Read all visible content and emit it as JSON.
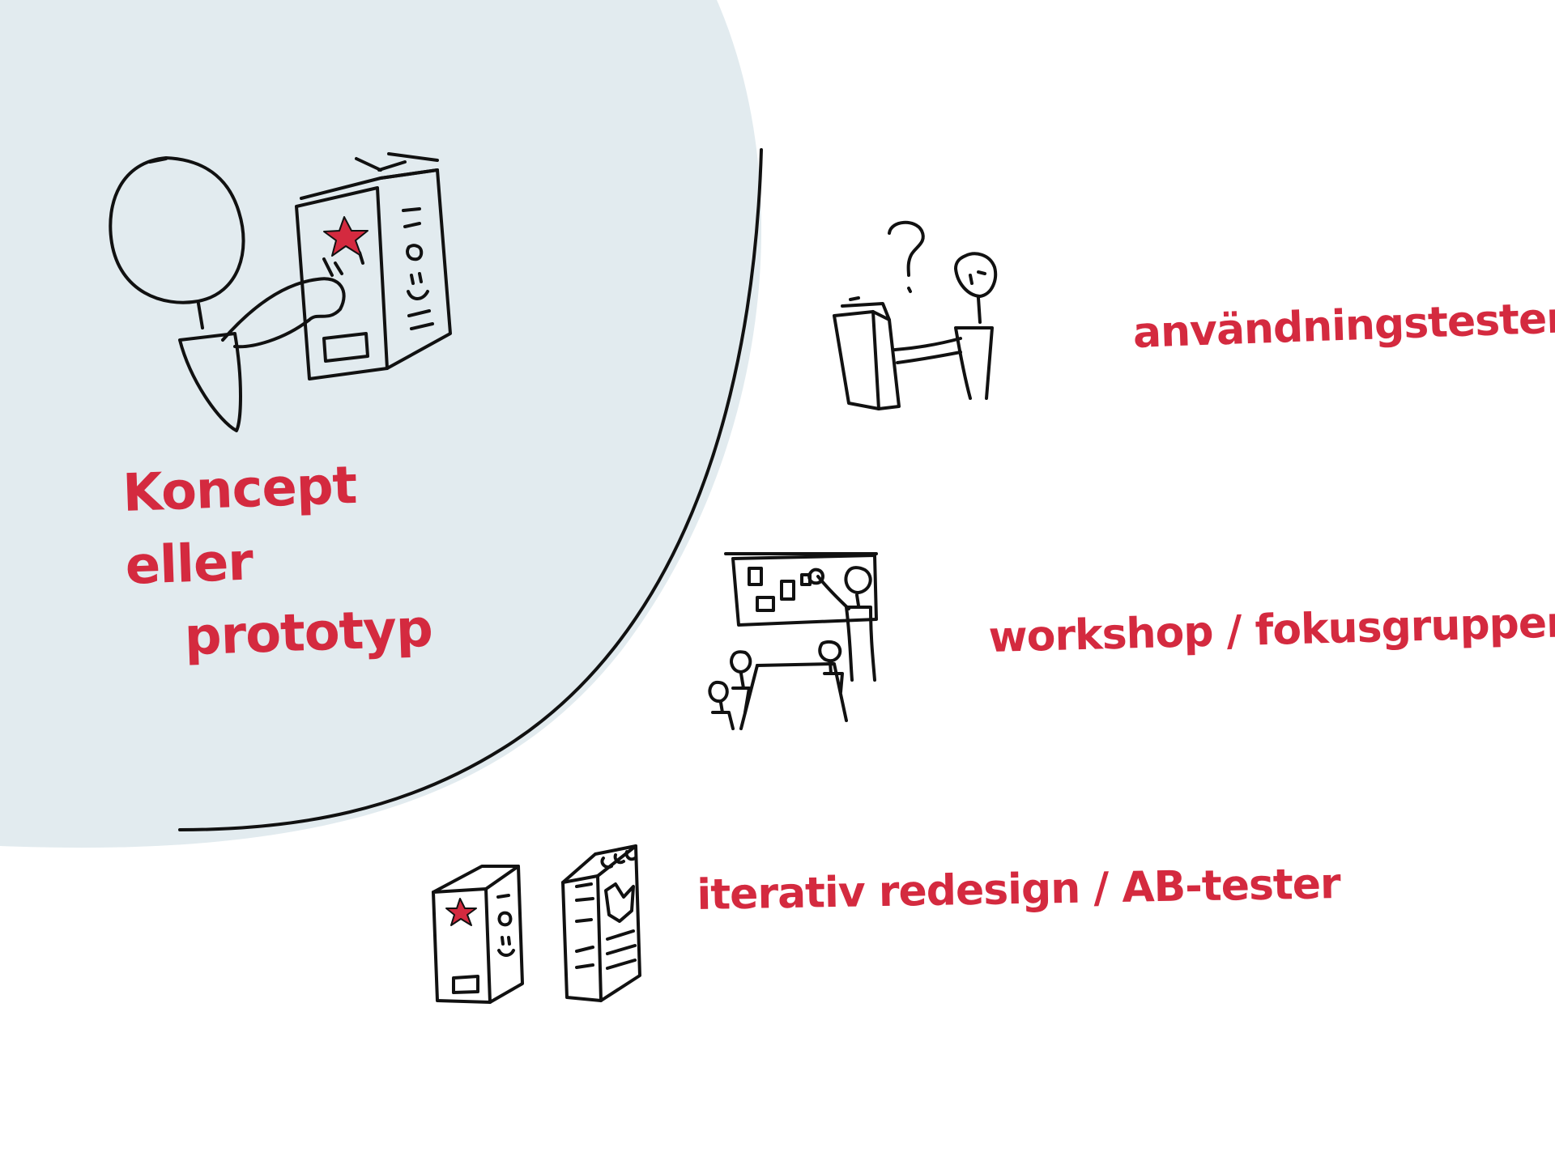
{
  "colors": {
    "background": "#ffffff",
    "circle_fill": "#e2ebef",
    "ink": "#111111",
    "accent": "#d42a3f"
  },
  "labels": {
    "main_line1": "Koncept eller",
    "main_line2": "prototyp",
    "usability": "användningstester",
    "workshop": "workshop / fokusgrupper",
    "iterative": "iterativ redesign / AB-tester"
  },
  "icons": {
    "person_with_device": "person-touching-device-icon",
    "usability_test": "person-questioning-device-icon",
    "workshop": "group-at-whiteboard-icon",
    "device_a": "device-variant-a-icon",
    "device_b": "device-variant-b-icon"
  },
  "annotations": {
    "question_mark": "?"
  }
}
